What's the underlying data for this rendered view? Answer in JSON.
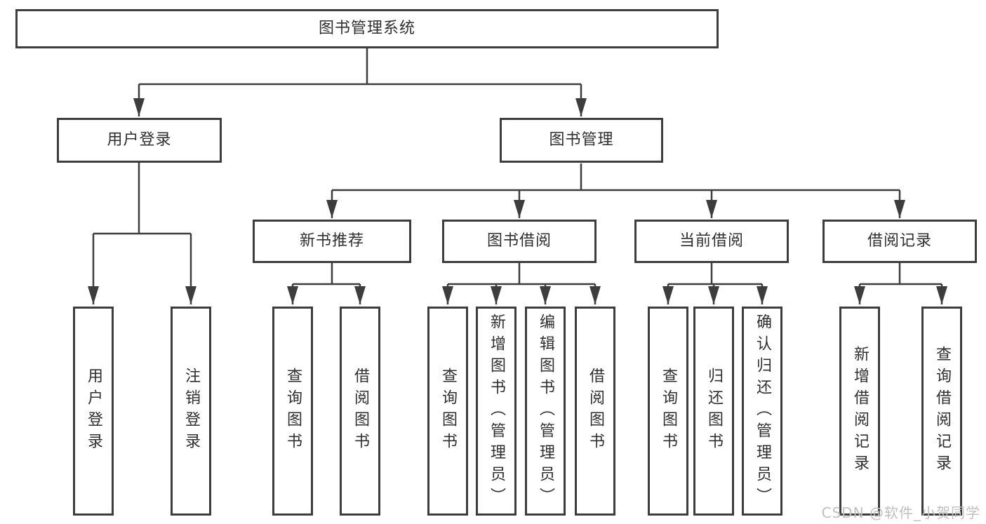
{
  "diagram": {
    "title_node": {
      "label": "图书管理系统"
    },
    "level2": [
      {
        "id": "user-login",
        "label": "用户登录"
      },
      {
        "id": "book-management",
        "label": "图书管理"
      }
    ],
    "level3": [
      {
        "id": "new-book-recommend",
        "label": "新书推荐"
      },
      {
        "id": "book-borrow",
        "label": "图书借阅"
      },
      {
        "id": "current-borrow",
        "label": "当前借阅"
      },
      {
        "id": "borrow-records",
        "label": "借阅记录"
      }
    ],
    "leaves": [
      {
        "id": "user-login-leaf",
        "parent": "用户登录",
        "label": "用户登录"
      },
      {
        "id": "logout-leaf",
        "parent": "用户登录",
        "label": "注销登录"
      },
      {
        "id": "query-books-recommend",
        "parent": "新书推荐",
        "label": "查询图书"
      },
      {
        "id": "borrow-books-recommend",
        "parent": "新书推荐",
        "label": "借阅图书"
      },
      {
        "id": "query-books-borrow",
        "parent": "图书借阅",
        "label": "查询图书"
      },
      {
        "id": "add-books-admin",
        "parent": "图书借阅",
        "label": "新增图书（管理员）"
      },
      {
        "id": "edit-books-admin",
        "parent": "图书借阅",
        "label": "编辑图书（管理员）"
      },
      {
        "id": "borrow-books",
        "parent": "图书借阅",
        "label": "借阅图书"
      },
      {
        "id": "query-books-current",
        "parent": "当前借阅",
        "label": "查询图书"
      },
      {
        "id": "return-books",
        "parent": "当前借阅",
        "label": "归还图书"
      },
      {
        "id": "confirm-return-admin",
        "parent": "当前借阅",
        "label": "确认归还（管理员）"
      },
      {
        "id": "add-borrow-record",
        "parent": "借阅记录",
        "label": "新增借阅记录"
      },
      {
        "id": "query-borrow-record",
        "parent": "借阅记录",
        "label": "查询借阅记录"
      }
    ],
    "watermark": "CSDN @软件_小贺同学",
    "colors": {
      "line": "#3d3d3d",
      "text": "#2f2f2f",
      "watermark": "#c0c0c0",
      "background": "#ffffff"
    }
  }
}
